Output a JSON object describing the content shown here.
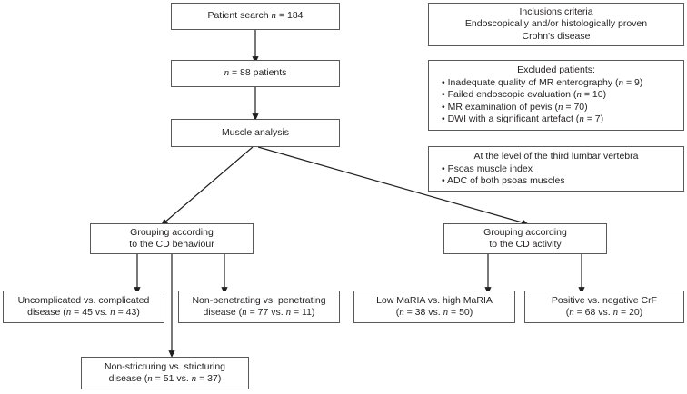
{
  "diagram": {
    "title": "Study flow diagram of Crohn's disease patient selection and grouping",
    "type": "flowchart",
    "colors": {
      "box_border": "#58595b",
      "text": "#231f20",
      "background": "#ffffff",
      "connector": "#231f20"
    }
  },
  "nodes": {
    "patient_search": {
      "label": "Patient search",
      "n_prefix": "n",
      "n_value": "= 184",
      "full_text": "Patient search n = 184"
    },
    "patients_included": {
      "n_prefix": "n",
      "n_value": "= 88 patients",
      "full_text": "n = 88 patients"
    },
    "muscle_analysis": {
      "label": "Muscle analysis"
    },
    "inclusion_criteria": {
      "heading": "Inclusions criteria",
      "line2": "Endoscopically and/or histologically proven",
      "line3": "Crohn's disease"
    },
    "excluded_patients": {
      "heading": "Excluded patients:",
      "items": [
        {
          "text_before": "• Inadequate quality of MR enterography (",
          "n_prefix": "n",
          "text_after": " = 9)"
        },
        {
          "text_before": "• Failed endoscopic evaluation (",
          "n_prefix": "n",
          "text_after": " = 10)"
        },
        {
          "text_before": "• MR examination of pevis (",
          "n_prefix": "n",
          "text_after": " = 70)"
        },
        {
          "text_before": "• DWI with a significant artefact (",
          "n_prefix": "n",
          "text_after": " = 7)"
        }
      ]
    },
    "measurements": {
      "heading": "At the level of the third lumbar vertebra",
      "items": [
        "• Psoas muscle index",
        "• ADC of both psoas muscles"
      ]
    },
    "grouping_behaviour": {
      "line1": "Grouping according",
      "line2": "to the CD behaviour"
    },
    "grouping_activity": {
      "line1": "Grouping according",
      "line2": "to the CD activity"
    },
    "uncomplicated": {
      "line1": "Uncomplicated vs. complicated",
      "line2_before": "disease (",
      "n_prefix": "n",
      "line2_mid": " = 45 vs. ",
      "n_prefix2": "n",
      "line2_after": " = 43)"
    },
    "nonpenetrating": {
      "line1": "Non-penetrating vs. penetrating",
      "line2_before": "disease (",
      "n_prefix": "n",
      "line2_mid": " = 77 vs. ",
      "n_prefix2": "n",
      "line2_after": " = 11)"
    },
    "maria": {
      "line1": "Low MaRIA vs. high MaRIA",
      "line2_before": "(",
      "n_prefix": "n",
      "line2_mid": " = 38 vs. ",
      "n_prefix2": "n",
      "line2_after": " = 50)"
    },
    "crf": {
      "line1": "Positive vs. negative CrF",
      "line2_before": "(",
      "n_prefix": "n",
      "line2_mid": " = 68 vs. ",
      "n_prefix2": "n",
      "line2_after": " = 20)"
    },
    "nonstricturing": {
      "line1": "Non-stricturing vs. stricturing",
      "line2_before": "disease (",
      "n_prefix": "n",
      "line2_mid": " = 51 vs. ",
      "n_prefix2": "n",
      "line2_after": " = 37)"
    }
  }
}
